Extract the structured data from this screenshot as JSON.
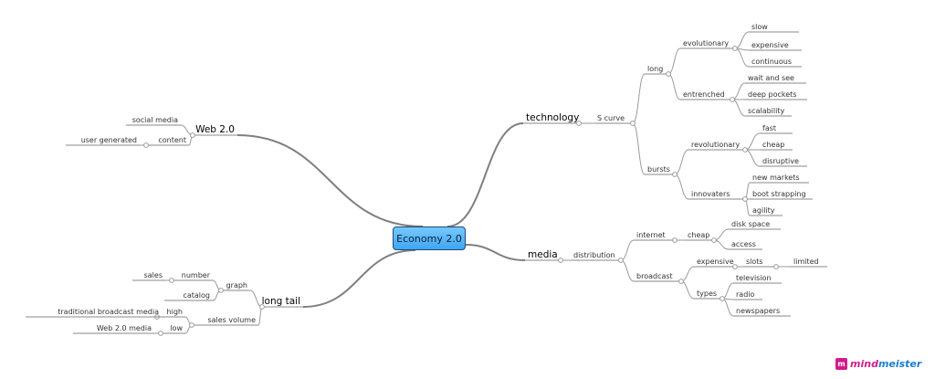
{
  "central": "Economy 2.0",
  "brand": {
    "part1": "mind",
    "part2": "meister"
  },
  "branches": [
    {
      "label": "technology",
      "children": [
        {
          "label": "S curve",
          "children": [
            {
              "label": "long",
              "children": [
                {
                  "label": "evolutionary",
                  "children": [
                    {
                      "label": "slow"
                    },
                    {
                      "label": "expensive"
                    },
                    {
                      "label": "continuous"
                    }
                  ]
                },
                {
                  "label": "entrenched",
                  "children": [
                    {
                      "label": "wait and see"
                    },
                    {
                      "label": "deep pockets"
                    },
                    {
                      "label": "scalability"
                    }
                  ]
                }
              ]
            },
            {
              "label": "bursts",
              "children": [
                {
                  "label": "revolutionary",
                  "children": [
                    {
                      "label": "fast"
                    },
                    {
                      "label": "cheap"
                    },
                    {
                      "label": "disruptive"
                    }
                  ]
                },
                {
                  "label": "innovaters",
                  "children": [
                    {
                      "label": "new markets"
                    },
                    {
                      "label": "boot strapping"
                    },
                    {
                      "label": "agility"
                    }
                  ]
                }
              ]
            }
          ]
        }
      ]
    },
    {
      "label": "media",
      "children": [
        {
          "label": "distribution",
          "children": [
            {
              "label": "internet",
              "children": [
                {
                  "label": "cheap",
                  "children": [
                    {
                      "label": "disk space"
                    },
                    {
                      "label": "access"
                    }
                  ]
                }
              ]
            },
            {
              "label": "broadcast",
              "children": [
                {
                  "label": "expensive",
                  "children": [
                    {
                      "label": "slots",
                      "children": [
                        {
                          "label": "limited"
                        }
                      ]
                    }
                  ]
                },
                {
                  "label": "types",
                  "children": [
                    {
                      "label": "television"
                    },
                    {
                      "label": "radio"
                    },
                    {
                      "label": "newspapers"
                    }
                  ]
                }
              ]
            }
          ]
        }
      ]
    },
    {
      "label": "Web 2.0",
      "children": [
        {
          "label": "social media"
        },
        {
          "label": "content",
          "children": [
            {
              "label": "user generated"
            }
          ]
        }
      ]
    },
    {
      "label": "long tail",
      "children": [
        {
          "label": "graph",
          "children": [
            {
              "label": "number",
              "children": [
                {
                  "label": "sales"
                }
              ]
            },
            {
              "label": "catalog"
            }
          ]
        },
        {
          "label": "sales volume",
          "children": [
            {
              "label": "high",
              "children": [
                {
                  "label": "traditional broadcast media"
                }
              ]
            },
            {
              "label": "low",
              "children": [
                {
                  "label": "Web 2.0 media"
                }
              ]
            }
          ]
        }
      ]
    }
  ]
}
